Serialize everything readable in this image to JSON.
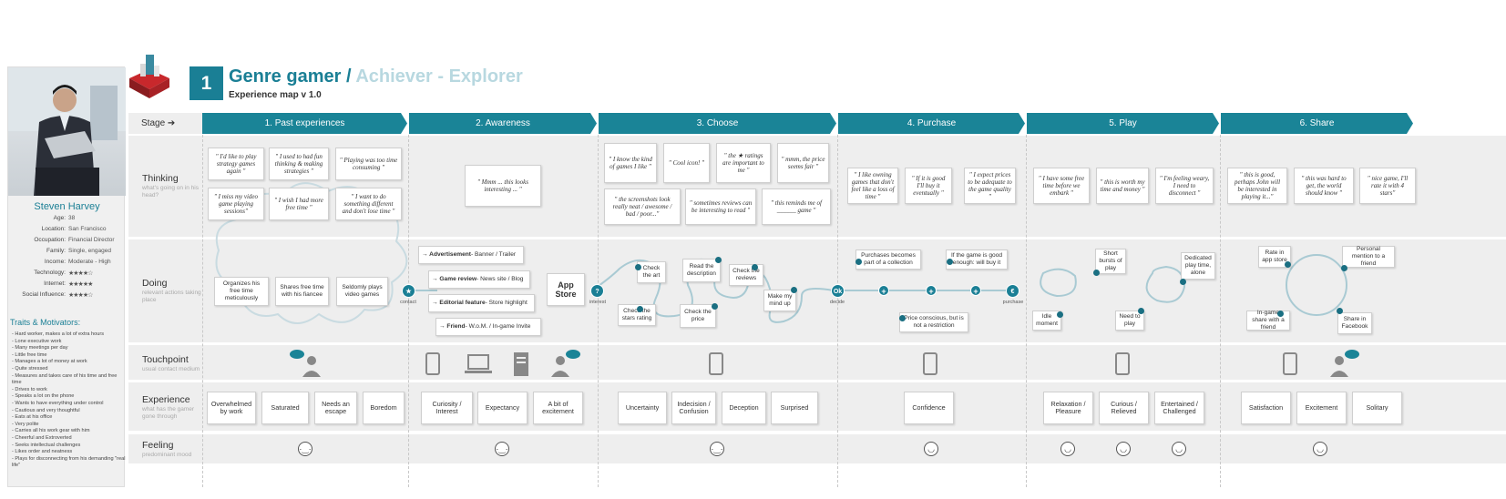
{
  "persona": {
    "name": "Steven Harvey",
    "attributes": [
      {
        "k": "Age:",
        "v": "38"
      },
      {
        "k": "Location:",
        "v": "San Francisco"
      },
      {
        "k": "Occupation:",
        "v": "Financial Director"
      },
      {
        "k": "Family:",
        "v": "Single, engaged"
      },
      {
        "k": "Income:",
        "v": "Moderate - High"
      },
      {
        "k": "Technology:",
        "v": "★★★★☆"
      },
      {
        "k": "Internet:",
        "v": "★★★★★"
      },
      {
        "k": "Social Influence:",
        "v": "★★★★☆"
      }
    ],
    "traits_title": "Traits & Motivators:",
    "traits": [
      "- Hard worker, makes a lot of extra hours",
      "- Lone executive work",
      "- Many meetings per day",
      "- Little free time",
      "- Manages a lot of money at work",
      "- Quite stressed",
      "- Measures and takes care of his time and free time",
      "- Drives to work",
      "- Speaks a lot on the phone",
      "- Wants to have everything under control",
      "- Cautious and very thoughtful",
      "- Eats at his office",
      "- Very polite",
      "- Carries all his work gear with him",
      "- Cheerful and Extroverted",
      "- Seeks intellectual challenges",
      "- Likes order and neatness",
      "- Plays for disconnecting from his demanding \"real life\""
    ]
  },
  "header": {
    "number": "1",
    "title": "Genre gamer /",
    "title_light": " Achiever - Explorer",
    "subtitle": "Experience map v 1.0"
  },
  "stage_label": "Stage ➔",
  "stages": [
    "1. Past experiences",
    "2. Awareness",
    "3. Choose",
    "4. Purchase",
    "5. Play",
    "6. Share"
  ],
  "rows": {
    "thinking": {
      "label": "Thinking",
      "sub": "what's going on in his head?"
    },
    "doing": {
      "label": "Doing",
      "sub": "relevant actions taking place"
    },
    "touchpoint": {
      "label": "Touchpoint",
      "sub": "usual contact medium"
    },
    "experience": {
      "label": "Experience",
      "sub": "what has the gamer gone through"
    },
    "feeling": {
      "label": "Feeling",
      "sub": "predominant mood"
    }
  },
  "thinking": [
    "\" I'd like to play strategy games again \"",
    "\" I used to had fun thinking & making strategies \"",
    "\" Playing was too time consuming \"",
    "\" I miss my video game playing sessions\"",
    "\" I wish I had more free time \"",
    "\" I want to do something different and don't lose time \"",
    "\" Mmm ... this looks interesting ... \"",
    "\" I know the kind of games I like \"",
    "\" Cool icon! \"",
    "\" the ★ ratings are important to me \"",
    "\" mmm, the price seems fair \"",
    "\" the screenshots look really neat / awesome / bad / poor...\"",
    "\" sometimes reviews can be interesting to read \"",
    "\" this reminds me of ______ game \"",
    "\" I like owning games that don't feel like a loss of time \"",
    "\" If it is good I'll buy it eventually \"",
    "\" I expect prices to be adequate to the game quality \"",
    "\" I have some free time before we embark \"",
    "\" this is worth my time and money \"",
    "\" I'm feeling weary, I need to disconnect \"",
    "\" this is good, perhaps John will be interested in playing it...\"",
    "\" this was hard to get, the world should know \"",
    "\" nice game, I'll rate it with 4 stars\""
  ],
  "doing": {
    "past": [
      "Organizes his free time meticulously",
      "Shares free time with his fiancee",
      "Seldomly plays video games"
    ],
    "awareness": [
      {
        "b": "→ Advertisement",
        "t": " - Banner / Trailer"
      },
      {
        "b": "→ Game review",
        "t": " - News site / Blog"
      },
      {
        "b": "→ Editorial feature",
        "t": " - Store highlight"
      },
      {
        "b": "→ Friend",
        "t": " - W.o.M. / In-game Invite"
      }
    ],
    "app_store": "App Store",
    "contact": "contact",
    "interest": "interest",
    "choose": [
      "Check the art",
      "Read the description",
      "Check the reviews",
      "Check the stars rating",
      "Check the price",
      "Make my mind up"
    ],
    "decide": "decide",
    "purchase_label": "purchase",
    "purchase": [
      "Purchases becomes part of a collection",
      "If the game is good enough: will buy it",
      "Price conscious, but is not a restriction"
    ],
    "play": [
      "Short bursts of play",
      "Dedicated play time, alone",
      "Idle moment",
      "Need to play"
    ],
    "share": [
      "Rate in app store",
      "Personal mention to a friend",
      "In-game share with a friend",
      "Share in Facebook"
    ]
  },
  "experience": [
    "Overwhelmed by work",
    "Saturated",
    "Needs an escape",
    "Boredom",
    "Curiosity / Interest",
    "Expectancy",
    "A bit of excitement",
    "Uncertainty",
    "Indecision / Confusion",
    "Deception",
    "Surprised",
    "Confidence",
    "Relaxation / Pleasure",
    "Curious / Relieved",
    "Entertained / Challenged",
    "Satisfaction",
    "Excitement",
    "Solitary"
  ],
  "colors": {
    "accent": "#1a8497",
    "light_accent": "#b8d8e0",
    "row_bg": "#eeeeee"
  }
}
